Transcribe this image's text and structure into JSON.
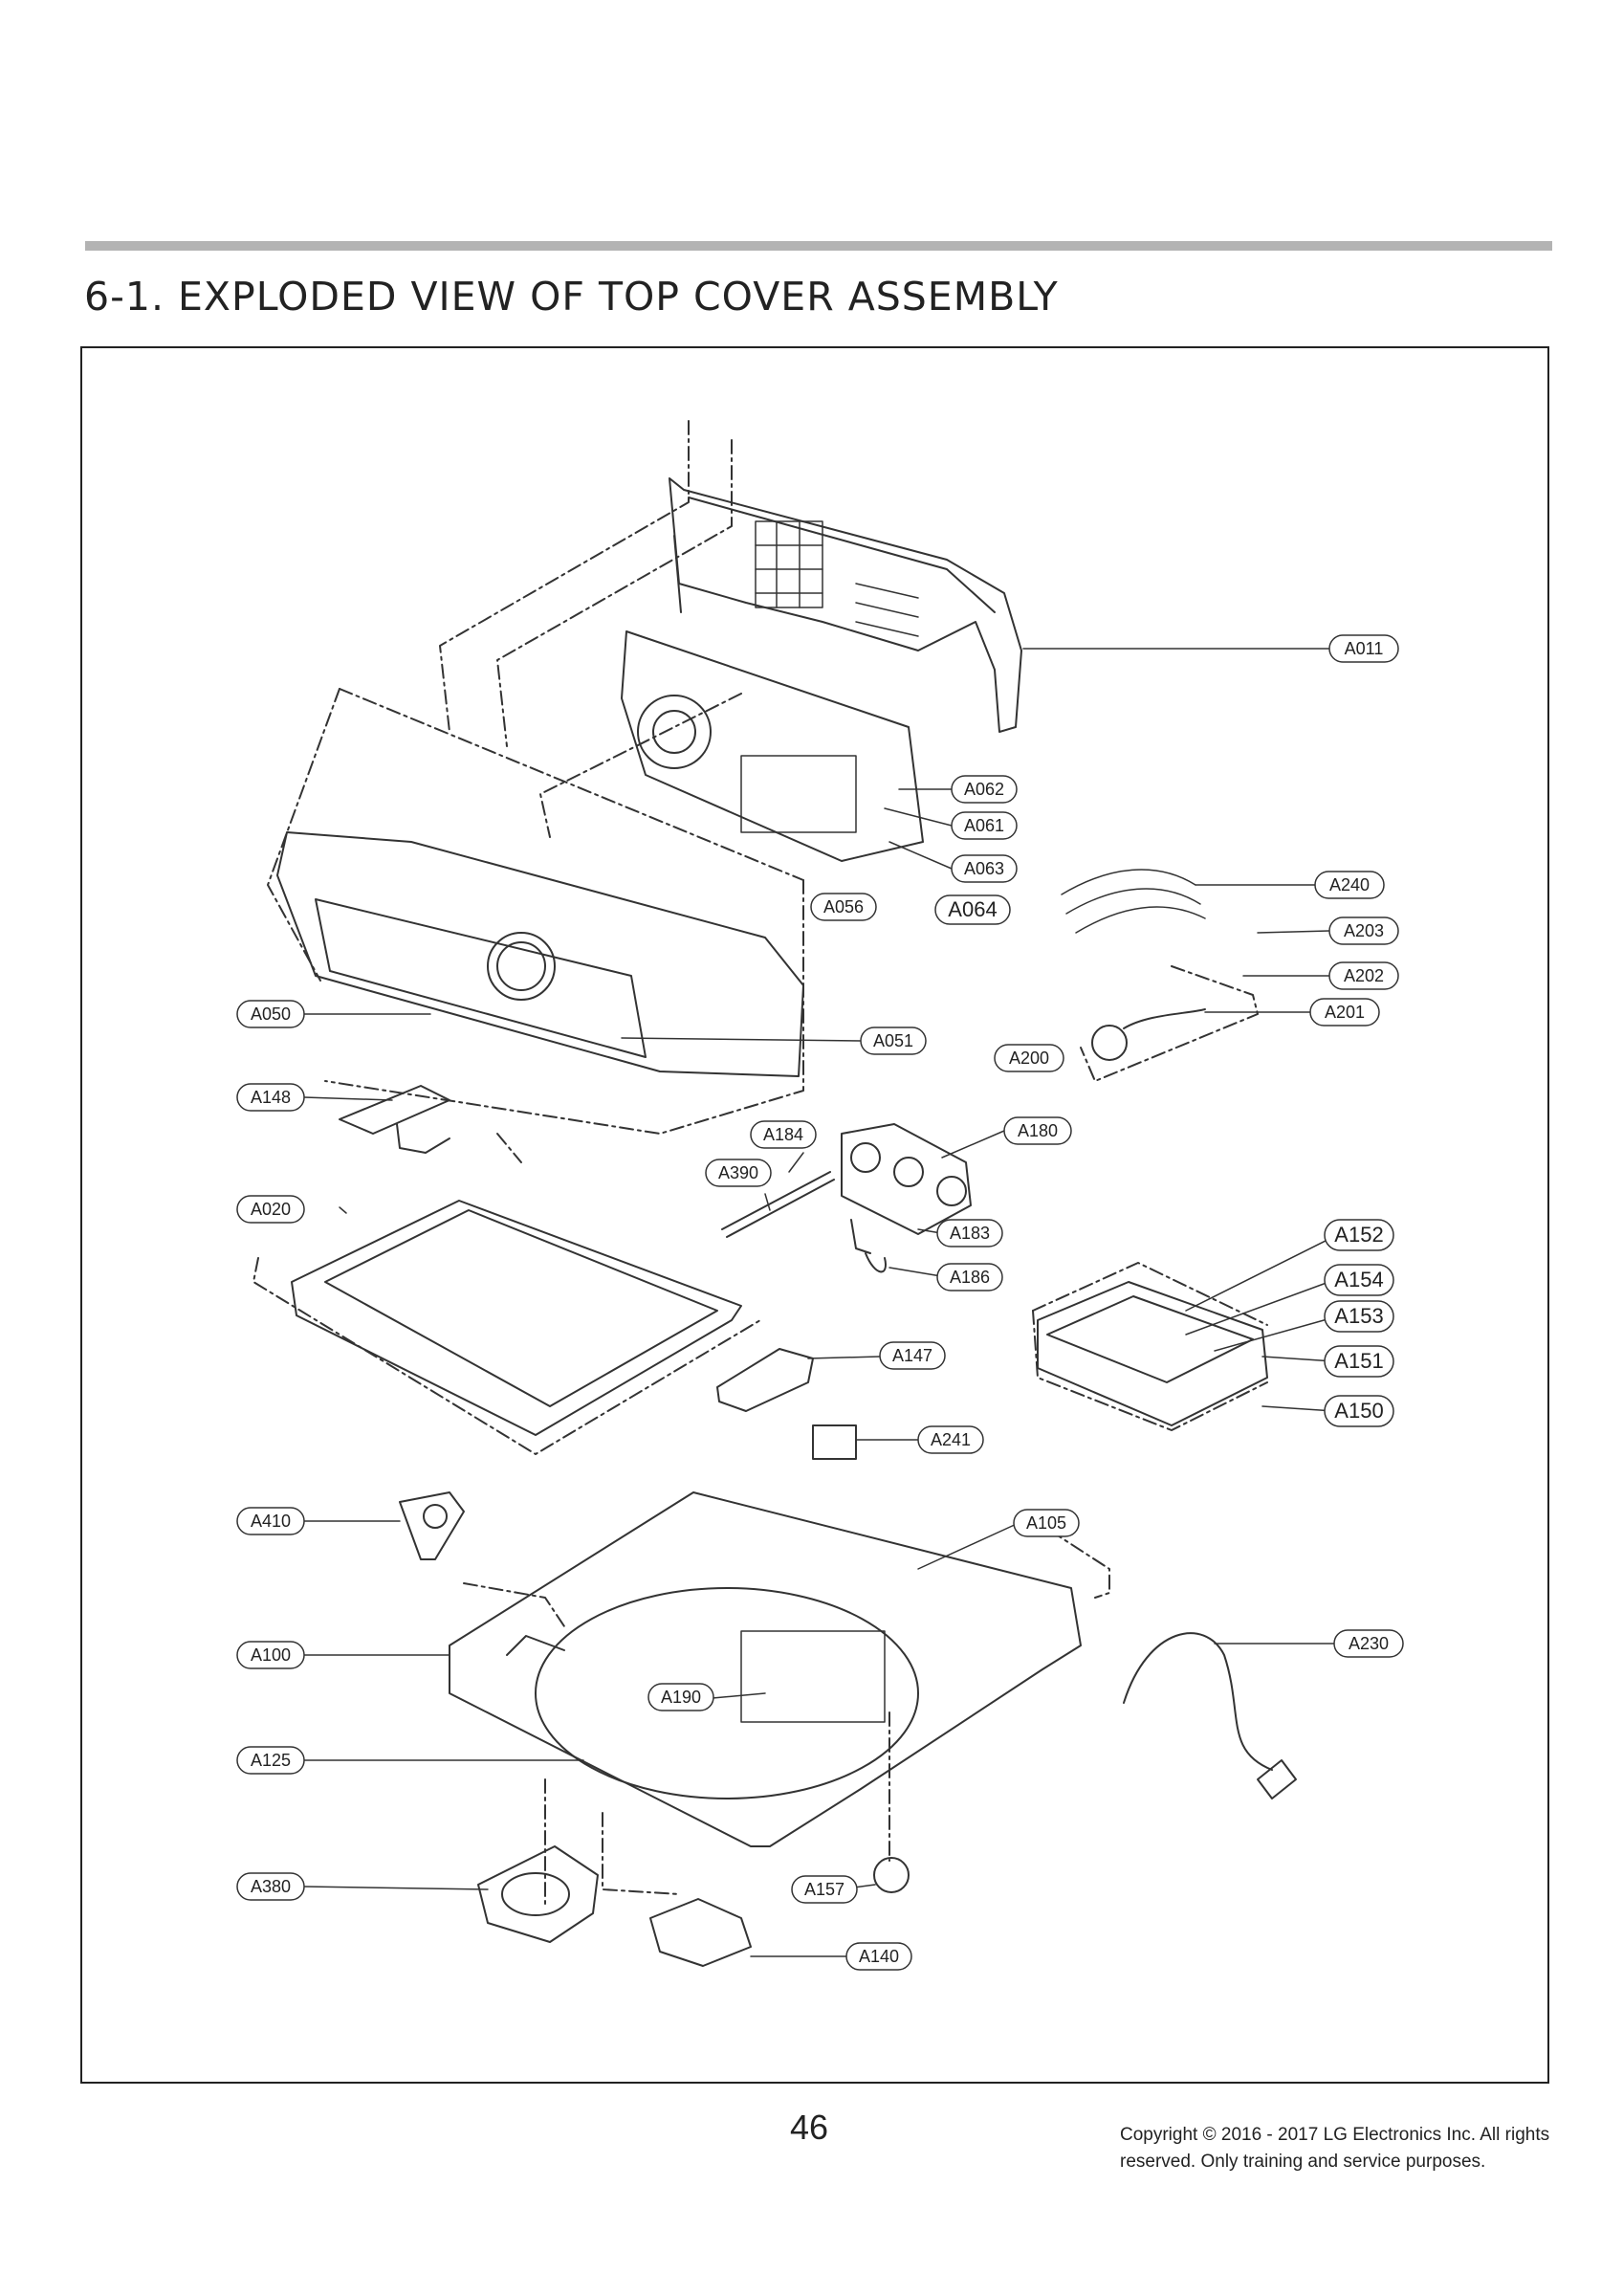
{
  "title": "6-1. EXPLODED VIEW OF TOP COVER ASSEMBLY",
  "page_number": "46",
  "copyright": {
    "line1": "Copyright © 2016 - 2017 LG Electronics Inc. All rights",
    "line2": "reserved. Only training and service purposes."
  },
  "callouts": {
    "A011": "A011",
    "A062": "A062",
    "A061": "A061",
    "A063": "A063",
    "A056": "A056",
    "A064": "A064",
    "A240": "A240",
    "A203": "A203",
    "A202": "A202",
    "A201": "A201",
    "A200": "A200",
    "A050": "A050",
    "A051": "A051",
    "A148": "A148",
    "A184": "A184",
    "A180": "A180",
    "A390": "A390",
    "A020": "A020",
    "A183": "A183",
    "A186": "A186",
    "A152": "A152",
    "A154": "A154",
    "A153": "A153",
    "A151": "A151",
    "A150": "A150",
    "A147": "A147",
    "A241": "A241",
    "A410": "A410",
    "A105": "A105",
    "A100": "A100",
    "A230": "A230",
    "A190": "A190",
    "A125": "A125",
    "A380": "A380",
    "A157": "A157",
    "A140": "A140"
  }
}
